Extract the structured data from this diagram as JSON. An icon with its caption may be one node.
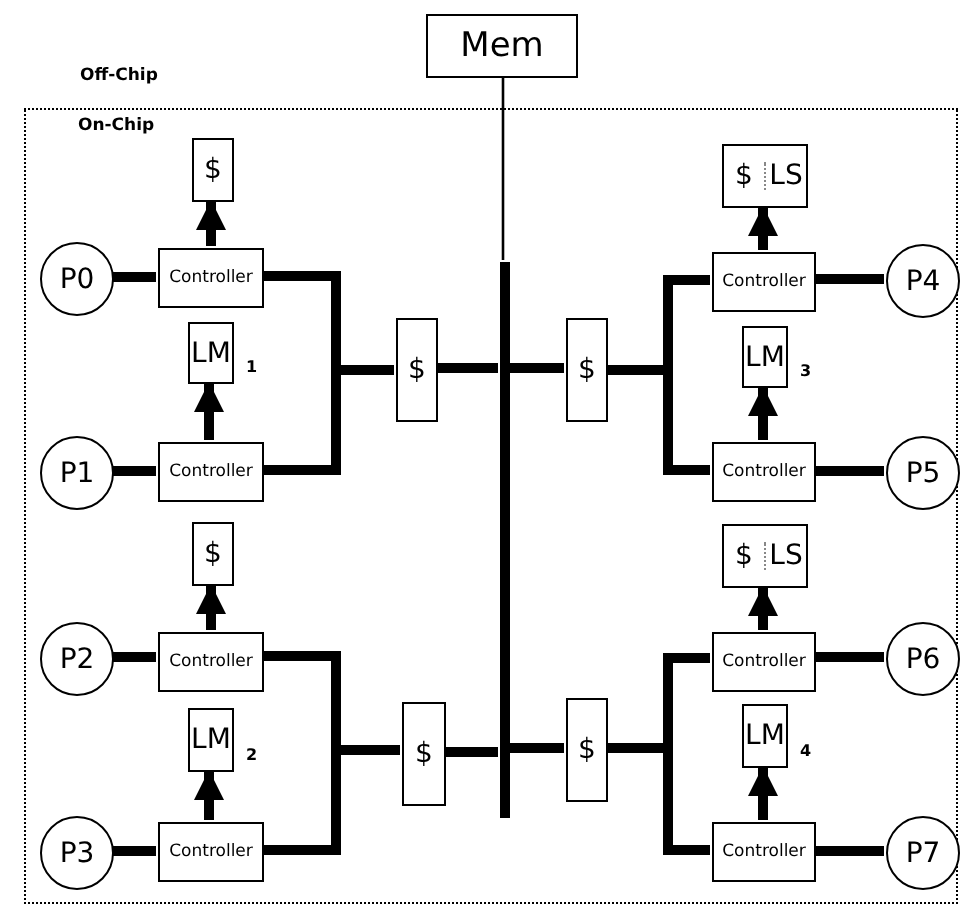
{
  "diagram": {
    "nodes": [
      {
        "text": [
          "Mem"
        ]
      },
      {
        "text": [
          "On-Chip"
        ]
      },
      {
        "text": [
          "$"
        ],
        "in": 1
      },
      {
        "text": [
          "$",
          "LS"
        ],
        "in": 1
      },
      {
        "text": [
          "P0"
        ],
        "in": 1
      },
      {
        "text": [
          "Controller"
        ],
        "in": 1
      },
      {
        "text": [
          "Controller"
        ],
        "in": 1
      },
      {
        "text": [
          "P4"
        ],
        "in": 1
      },
      {
        "text": [
          "LM"
        ],
        "beside": [
          "1"
        ],
        "in": 1
      },
      {
        "text": [
          "$"
        ],
        "in": 1
      },
      {
        "text": [],
        "shape": "bar",
        "in": 1
      },
      {
        "text": [
          "$"
        ],
        "in": 1
      },
      {
        "text": [
          "LM"
        ],
        "beside": [
          "3"
        ],
        "in": 1
      },
      {
        "text": [
          "P1"
        ],
        "in": 1
      },
      {
        "text": [
          "Controller"
        ],
        "in": 1
      },
      {
        "text": [
          "Controller"
        ],
        "in": 1
      },
      {
        "text": [
          "P5"
        ],
        "in": 1
      },
      {
        "text": [
          "$"
        ],
        "in": 1
      },
      {
        "text": [
          "$",
          "LS"
        ],
        "in": 1
      },
      {
        "text": [
          "P2"
        ],
        "in": 1
      },
      {
        "text": [
          "Controller"
        ],
        "in": 1
      },
      {
        "text": [
          "Controller"
        ],
        "in": 1
      },
      {
        "text": [
          "P6"
        ],
        "in": 1
      },
      {
        "text": [
          "LM"
        ],
        "beside": [
          "2"
        ],
        "in": 1
      },
      {
        "text": [
          "$"
        ],
        "in": 1
      },
      {
        "text": [
          "$"
        ],
        "in": 1
      },
      {
        "text": [
          "LM"
        ],
        "beside": [
          "4"
        ],
        "in": 1
      },
      {
        "text": [
          "P3"
        ],
        "in": 1
      },
      {
        "text": [
          "Controller"
        ],
        "in": 1
      },
      {
        "text": [
          "Controller"
        ],
        "in": 1
      },
      {
        "text": [
          "P7"
        ],
        "in": 1
      }
    ],
    "edges": [
      {
        "from": 0,
        "to": 10,
        "arrow": "none"
      },
      {
        "from": 4,
        "to": 5,
        "arrow": "none"
      },
      {
        "from": 5,
        "to": 2,
        "arrow": "to"
      },
      {
        "from": 5,
        "to": 9,
        "arrow": "none"
      },
      {
        "from": 14,
        "to": 8,
        "arrow": "to"
      },
      {
        "from": 13,
        "to": 14,
        "arrow": "none"
      },
      {
        "from": 14,
        "to": 9,
        "arrow": "none"
      },
      {
        "from": 9,
        "to": 10,
        "arrow": "none"
      },
      {
        "from": 11,
        "to": 10,
        "arrow": "none"
      },
      {
        "from": 6,
        "to": 3,
        "arrow": "to"
      },
      {
        "from": 6,
        "to": 7,
        "arrow": "none"
      },
      {
        "from": 6,
        "to": 11,
        "arrow": "none"
      },
      {
        "from": 15,
        "to": 12,
        "arrow": "to"
      },
      {
        "from": 15,
        "to": 16,
        "arrow": "none"
      },
      {
        "from": 15,
        "to": 11,
        "arrow": "none"
      },
      {
        "from": 19,
        "to": 20,
        "arrow": "none"
      },
      {
        "from": 20,
        "to": 17,
        "arrow": "to"
      },
      {
        "from": 20,
        "to": 24,
        "arrow": "none"
      },
      {
        "from": 28,
        "to": 23,
        "arrow": "to"
      },
      {
        "from": 27,
        "to": 28,
        "arrow": "none"
      },
      {
        "from": 28,
        "to": 24,
        "arrow": "none"
      },
      {
        "from": 24,
        "to": 10,
        "arrow": "none"
      },
      {
        "from": 25,
        "to": 10,
        "arrow": "none"
      },
      {
        "from": 21,
        "to": 18,
        "arrow": "to"
      },
      {
        "from": 21,
        "to": 22,
        "arrow": "none"
      },
      {
        "from": 21,
        "to": 25,
        "arrow": "none"
      },
      {
        "from": 29,
        "to": 26,
        "arrow": "to"
      },
      {
        "from": 29,
        "to": 30,
        "arrow": "none"
      },
      {
        "from": 29,
        "to": 25,
        "arrow": "none"
      }
    ],
    "labels": [
      "Off-Chip"
    ]
  }
}
